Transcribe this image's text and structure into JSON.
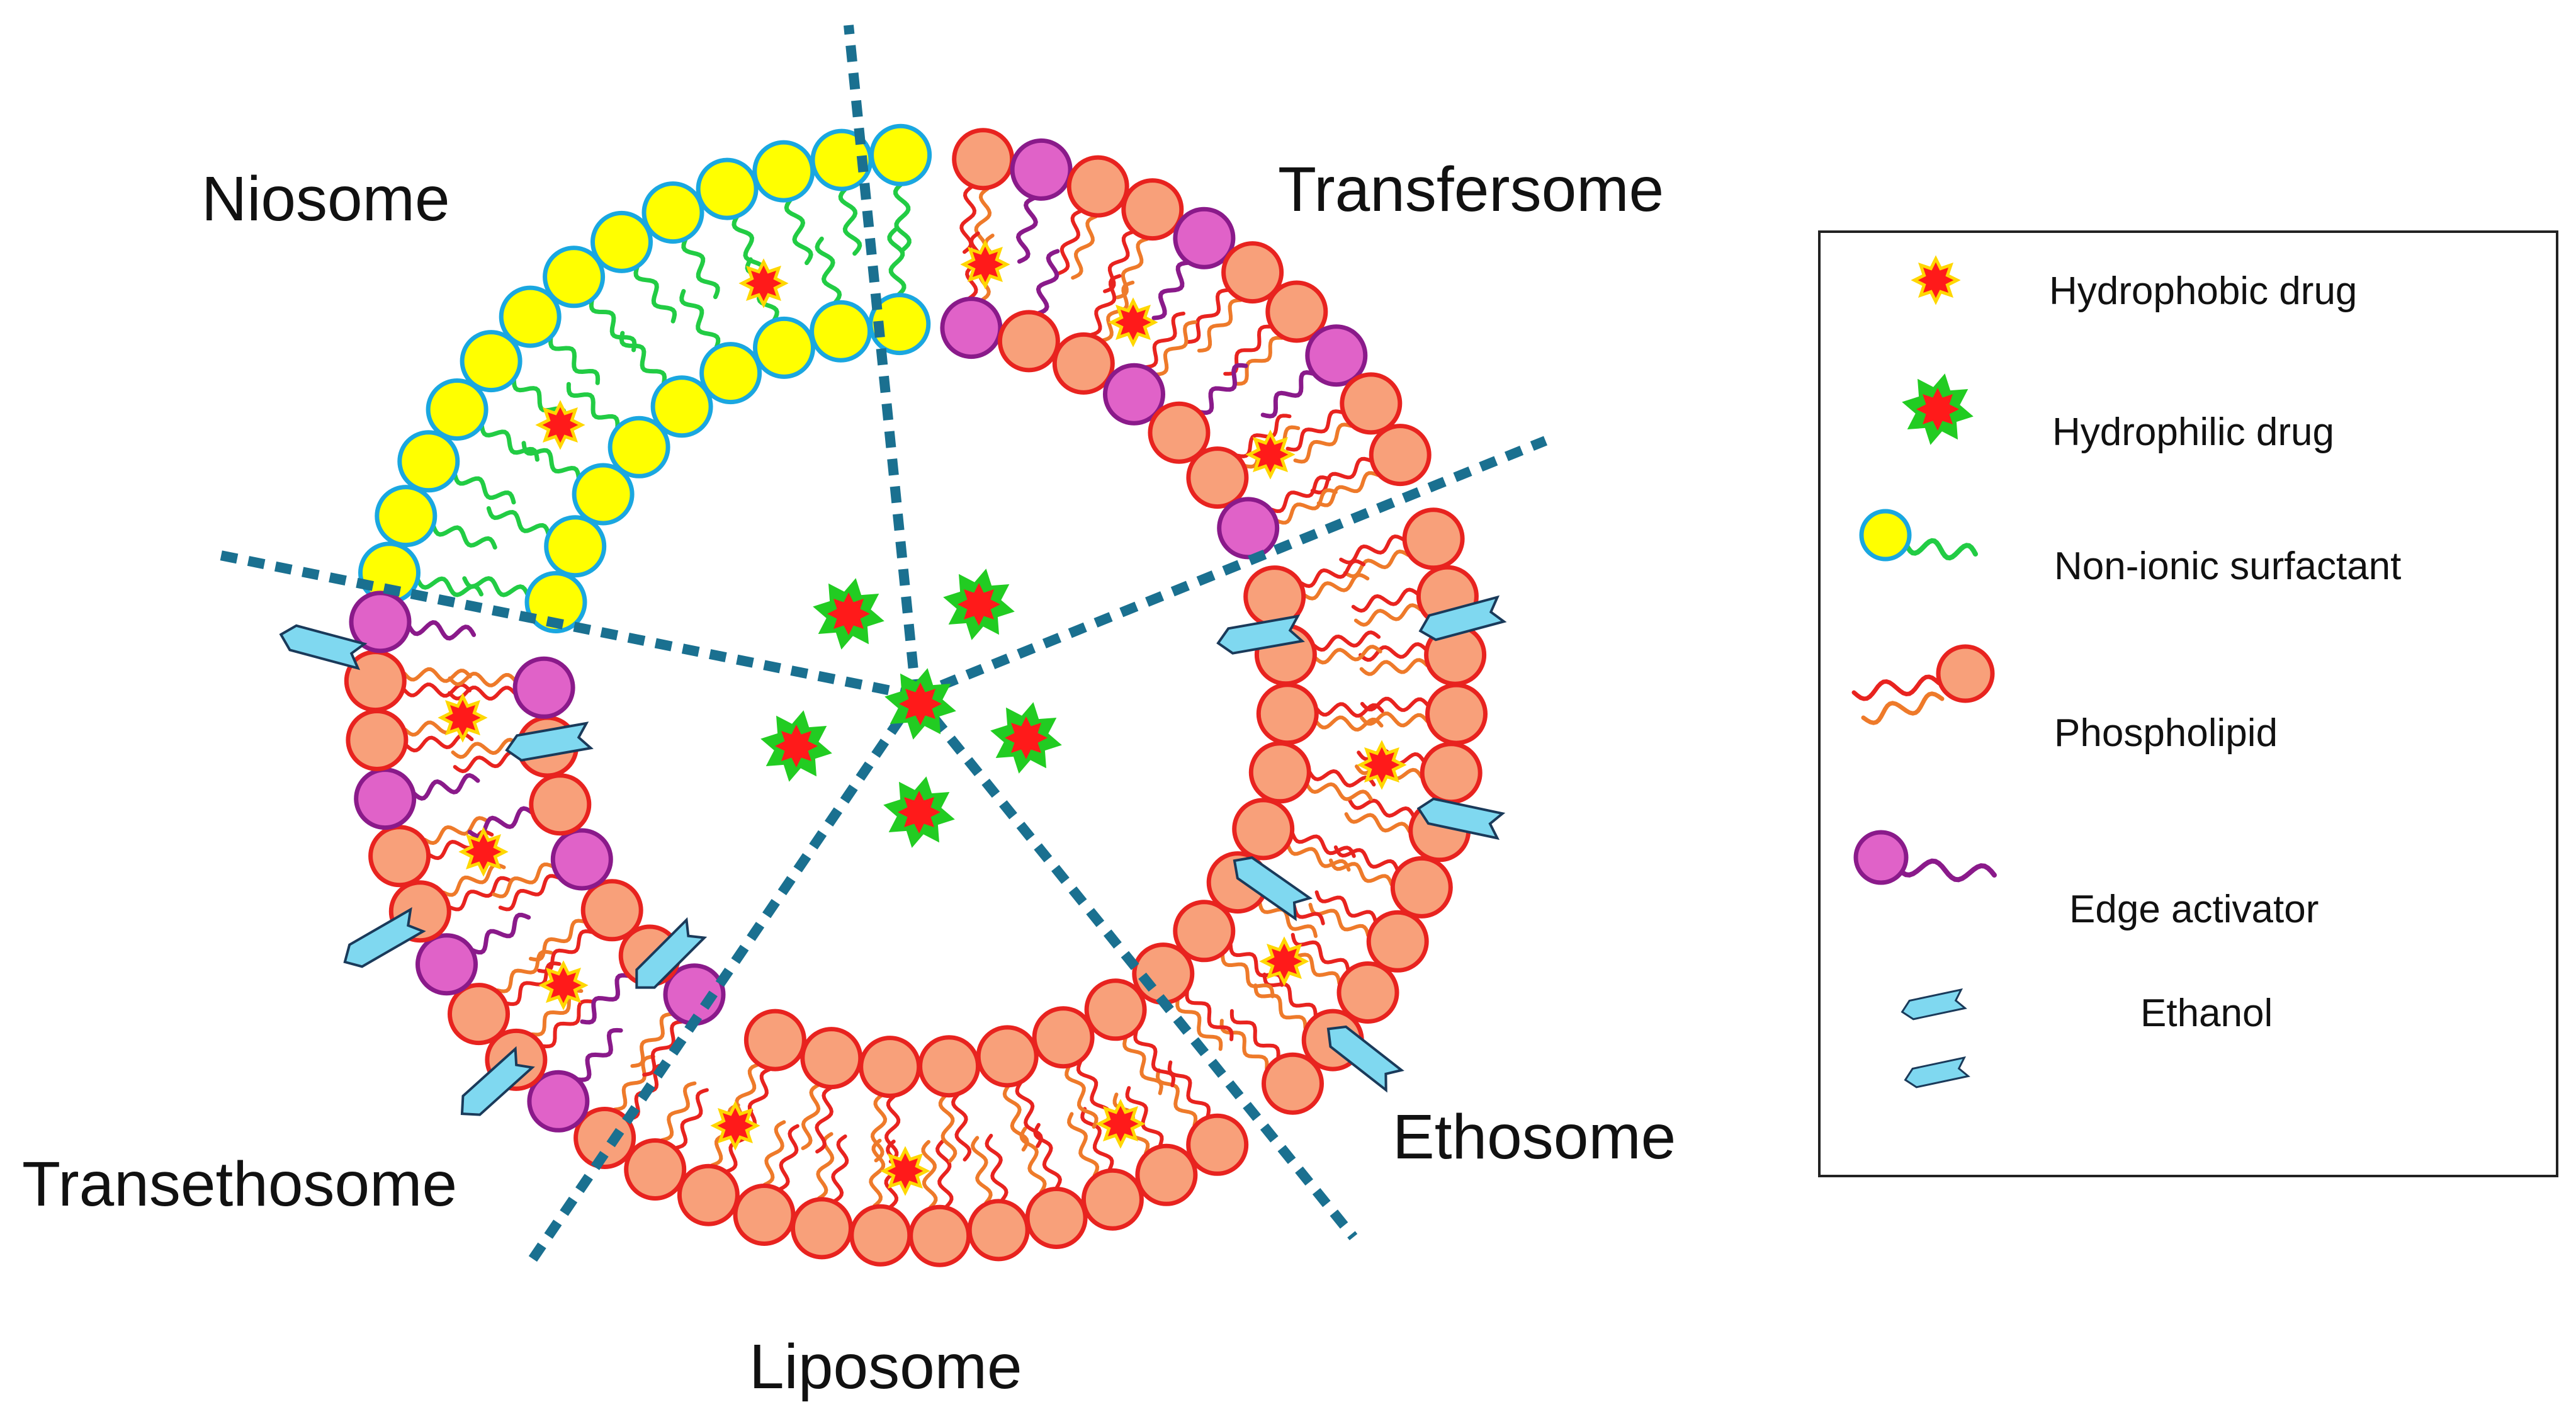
{
  "regions": {
    "niosome": "Niosome",
    "transfersome": "Transfersome",
    "ethosome": "Ethosome",
    "liposome": "Liposome",
    "transethosome": "Transethosome"
  },
  "legend": {
    "items": [
      {
        "icon": "hydrophobic-drug-icon",
        "label": "Hydrophobic drug"
      },
      {
        "icon": "hydrophilic-drug-icon",
        "label": "Hydrophilic drug"
      },
      {
        "icon": "non-ionic-surfactant-icon",
        "label": "Non-ionic surfactant"
      },
      {
        "icon": "phospholipid-icon",
        "label": "Phospholipid"
      },
      {
        "icon": "edge-activator-icon",
        "label": "Edge activator"
      },
      {
        "icon": "ethanol-icon",
        "label": "Ethanol"
      }
    ]
  },
  "colors": {
    "phospholipid_head": "#f8a07a",
    "phospholipid_outline": "#e8231f",
    "phospholipid_tail_a": "#e8231f",
    "phospholipid_tail_b": "#ee7a2a",
    "surfactant_head": "#ffff00",
    "surfactant_outline": "#1aa7e0",
    "surfactant_tail": "#22cc44",
    "edge_activator_head": "#e062c8",
    "edge_activator_outline": "#8a1a8a",
    "edge_activator_tail": "#8a1a8a",
    "ethanol_fill": "#7fd8f0",
    "ethanol_outline": "#1a3a5a",
    "hydrophobic_drug": "#ff1a1a",
    "hydrophobic_drug_outline": "#ffd700",
    "hydrophilic_drug": "#22cc22",
    "divider": "#1a7090"
  }
}
